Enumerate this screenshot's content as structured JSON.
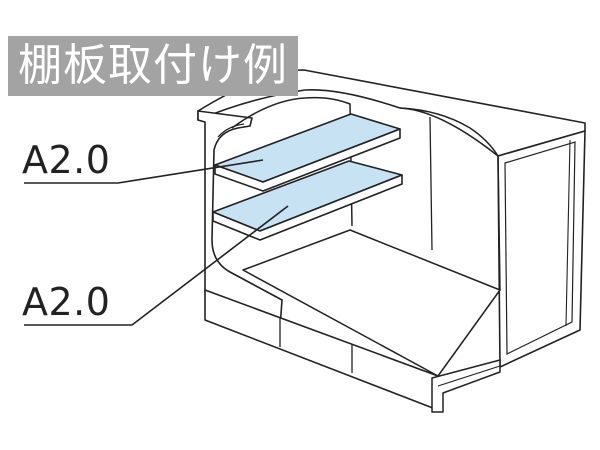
{
  "title": "棚板取付け例",
  "shelf_labels": {
    "upper": "A2.0",
    "lower": "A2.0"
  },
  "colors": {
    "title_badge": "#a3a3a3",
    "shelf_fill": "#c6e2f3",
    "outline": "#222222"
  }
}
